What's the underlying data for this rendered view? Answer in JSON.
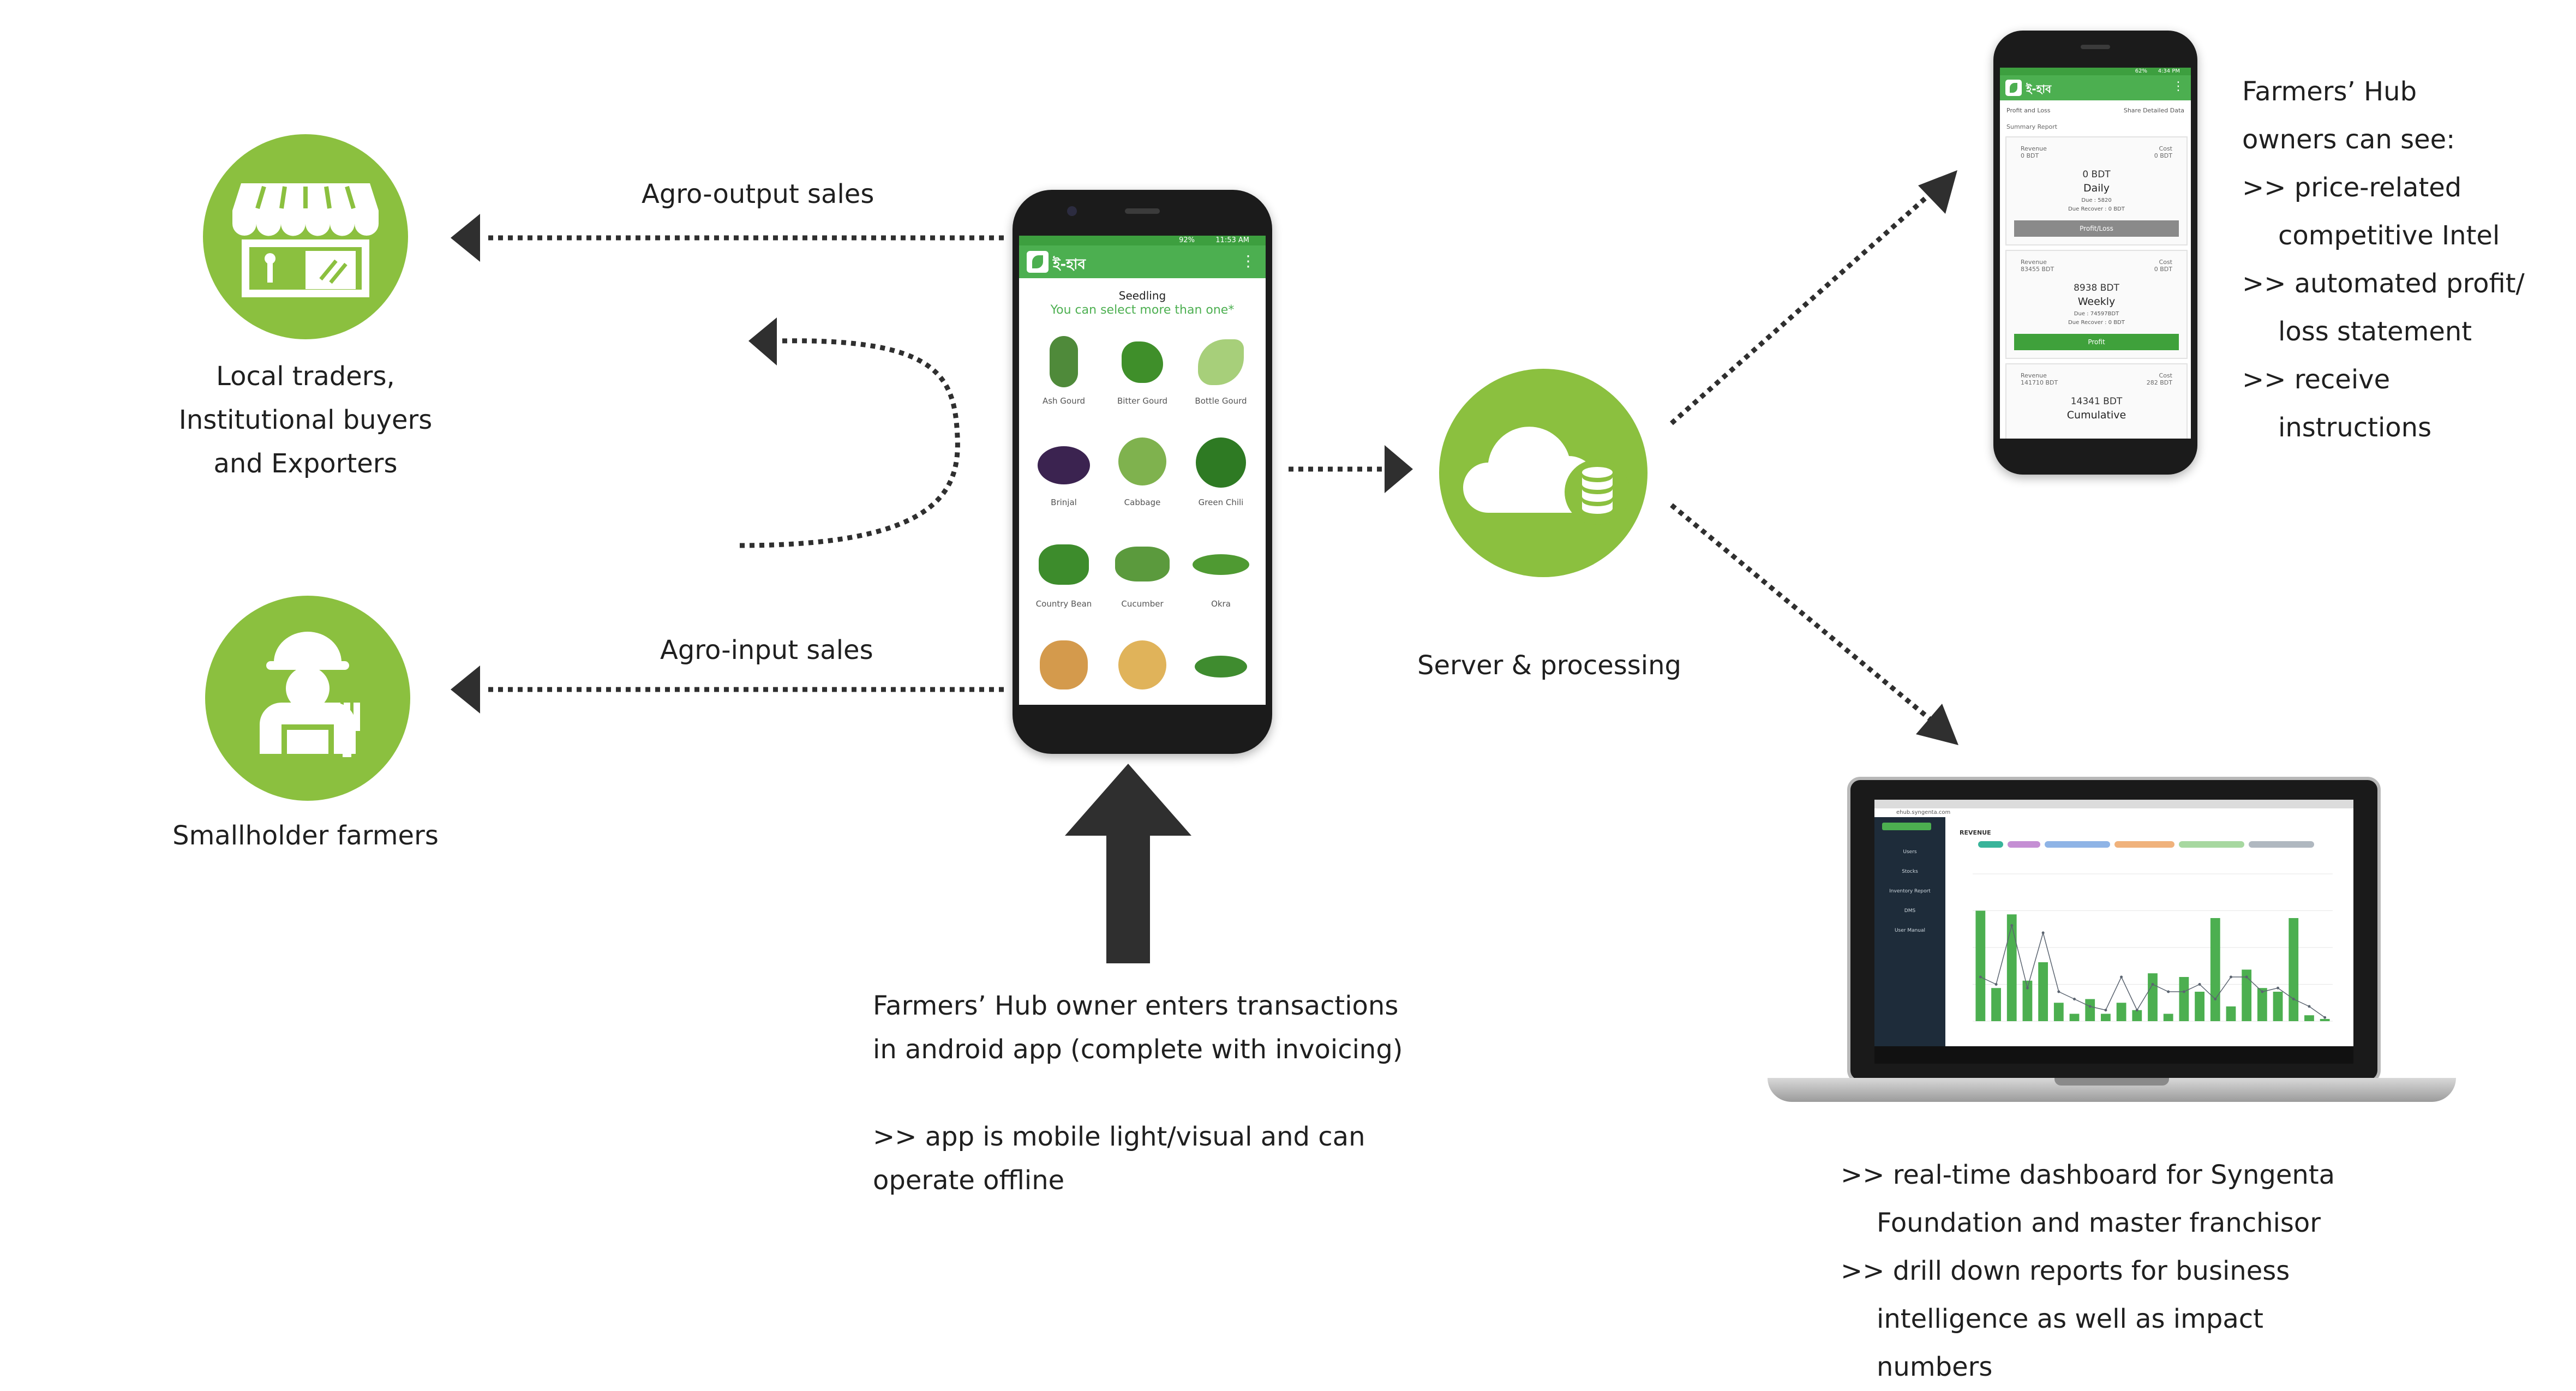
{
  "colors": {
    "accent": "#8bc03f",
    "app_green": "#4caf50",
    "arrow": "#2f2f2f"
  },
  "left": {
    "buyers_icon": "storefront-icon",
    "buyers_label": [
      "Local traders,",
      "Institutional buyers",
      "and Exporters"
    ],
    "farmers_icon": "farmer-icon",
    "farmers_label": "Smallholder farmers"
  },
  "flows": {
    "output_sales": "Agro-output sales",
    "input_sales": "Agro-input sales"
  },
  "phone_app": {
    "status_time": "11:53 AM",
    "status_battery": "92%",
    "app_title": "ই-হাব",
    "screen_title": "Seedling",
    "instruction": "You can select more than one*",
    "items": [
      "Ash Gourd",
      "Bitter Gourd",
      "Bottle Gourd",
      "Brinjal",
      "Cabbage",
      "Green Chili",
      "Country Bean",
      "Cucumber",
      "Okra"
    ]
  },
  "server": {
    "icon": "cloud-database-icon",
    "label": "Server & processing"
  },
  "owner_note": {
    "lines": [
      "Farmers’ Hub owner enters transactions",
      "in android app (complete with invoicing)"
    ],
    "extra": [
      ">> app is mobile light/visual and can",
      "operate offline"
    ]
  },
  "report_phone": {
    "status_time": "4:34 PM",
    "status_battery": "62%",
    "app_title": "ই-হাব",
    "tab_left": "Profit and Loss",
    "tab_right": "Share Detailed Data",
    "subtitle": "Summary Report",
    "cards": [
      {
        "revenue_label": "Revenue",
        "revenue": "0 BDT",
        "cost_label": "Cost",
        "cost": "0 BDT",
        "total": "0 BDT",
        "period": "Daily",
        "due": "Due : 5820",
        "due_recover": "Due Recover : 0 BDT",
        "button": "Profit/Loss"
      },
      {
        "revenue_label": "Revenue",
        "revenue": "83455 BDT",
        "cost_label": "Cost",
        "cost": "0 BDT",
        "total": "8938 BDT",
        "period": "Weekly",
        "due": "Due : 74597BDT",
        "due_recover": "Due Recover : 0 BDT",
        "button": "Profit"
      },
      {
        "revenue_label": "Revenue",
        "revenue": "141710 BDT",
        "cost_label": "Cost",
        "cost": "282 BDT",
        "total": "14341 BDT",
        "period": "Cumulative"
      }
    ]
  },
  "owners_note": {
    "lines": [
      "Farmers’ Hub",
      "owners can see:",
      ">> price-related",
      "competitive Intel",
      ">> automated profit/",
      "loss statement",
      ">> receive",
      "instructions"
    ]
  },
  "dashboard": {
    "url": "ehub.syngenta.com",
    "section": "REVENUE",
    "sidebar": [
      "Users",
      "Stocks",
      "Inventory Report",
      "DMS",
      "User Manual"
    ],
    "chart_data": {
      "type": "bar",
      "title": "REVENUE",
      "ylabel": "",
      "values": [
        150000,
        45000,
        145000,
        55000,
        80000,
        25000,
        10000,
        30000,
        10000,
        25000,
        15000,
        65000,
        10000,
        60000,
        40000,
        140000,
        20000,
        70000,
        45000,
        40000,
        140000,
        8000,
        3000
      ],
      "overlay_line": [
        60000,
        50000,
        130000,
        45000,
        120000,
        40000,
        30000,
        20000,
        15000,
        60000,
        15000,
        50000,
        40000,
        40000,
        50000,
        30000,
        60000,
        60000,
        40000,
        45000,
        30000,
        20000,
        5000
      ]
    }
  },
  "dashboard_note": {
    "lines": [
      ">> real-time dashboard for Syngenta",
      "Foundation and master franchisor",
      ">> drill down reports for business",
      "intelligence as well as impact",
      "numbers"
    ]
  }
}
